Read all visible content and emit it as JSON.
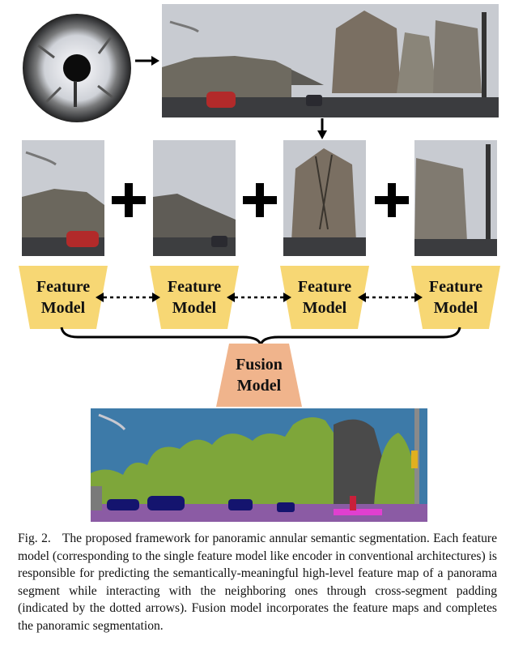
{
  "figure": {
    "feature_models": [
      {
        "label": "Feature\nModel"
      },
      {
        "label": "Feature\nModel"
      },
      {
        "label": "Feature\nModel"
      },
      {
        "label": "Feature\nModel"
      }
    ],
    "fusion_model": {
      "label": "Fusion\nModel"
    },
    "colors": {
      "feature_model_fill": "#f7d774",
      "fusion_model_fill": "#f0b48c",
      "seg_sky": "#3d7aa8",
      "seg_vegetation": "#7ea63a",
      "seg_building": "#4a4a4a",
      "seg_road": "#8b5ba4",
      "seg_car": "#14146e",
      "seg_sidewalk": "#e040d0"
    },
    "icons": [
      "arrow-right-icon",
      "arrow-down-icon",
      "plus-icon",
      "dotted-double-arrow-icon",
      "brace-icon"
    ]
  },
  "caption": {
    "label": "Fig. 2.",
    "text": "The proposed framework for panoramic annular semantic segmentation. Each feature model (corresponding to the single feature model like encoder in conventional architectures) is responsible for predicting the semantically-meaningful high-level feature map of a panorama segment while interacting with the neighboring ones through cross-segment padding (indicated by the dotted arrows). Fusion model incorporates the feature maps and completes the panoramic segmentation."
  }
}
